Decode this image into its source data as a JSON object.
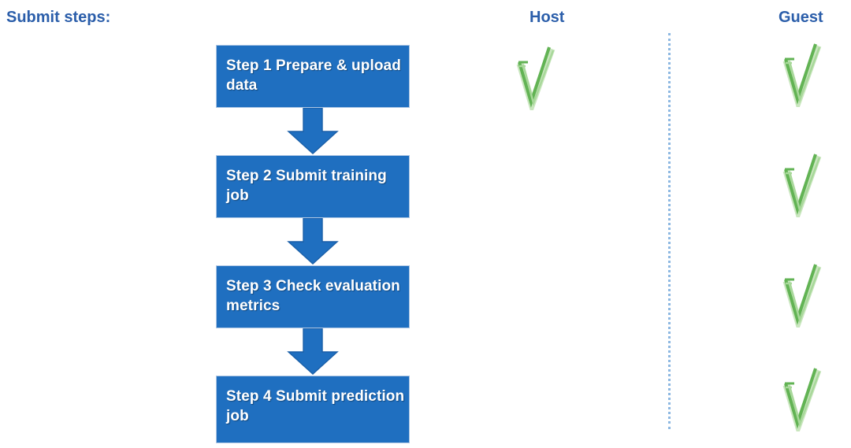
{
  "page": {
    "title": "Submit steps:",
    "background_color": "#FFFFFF"
  },
  "colors": {
    "heading_blue": "#2B5EAA",
    "box_fill": "#1F6FC0",
    "box_border": "#AEC7E4",
    "box_text": "#FFFFFF",
    "arrow_fill": "#1F6FC0",
    "arrow_border": "#1A5FA8",
    "divider_blue": "#8DB8E2",
    "check_green": "#62B354"
  },
  "columns": {
    "host_label": "Host",
    "guest_label": "Guest"
  },
  "flow": {
    "steps": [
      {
        "id": "step-1",
        "label": "Step 1 Prepare & upload data",
        "host_check": true,
        "guest_check": true
      },
      {
        "id": "step-2",
        "label": "Step 2 Submit training job",
        "host_check": false,
        "guest_check": true
      },
      {
        "id": "step-3",
        "label": "Step 3 Check evaluation metrics",
        "host_check": false,
        "guest_check": true
      },
      {
        "id": "step-4",
        "label": "Step 4 Submit prediction job",
        "host_check": false,
        "guest_check": true
      }
    ],
    "connectors": [
      {
        "id": "arrow-1-2",
        "icon": "down-arrow-icon"
      },
      {
        "id": "arrow-2-3",
        "icon": "down-arrow-icon"
      },
      {
        "id": "arrow-3-4",
        "icon": "down-arrow-icon"
      }
    ]
  },
  "icons": {
    "check": "check-mark-icon",
    "arrow": "down-arrow-icon",
    "divider": "dotted-divider-icon"
  }
}
